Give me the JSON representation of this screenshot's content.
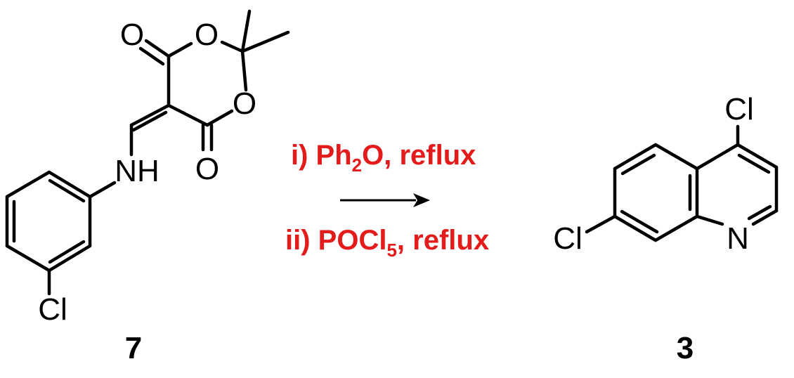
{
  "scheme": {
    "colors": {
      "conditions": "#e41b1b",
      "structure": "#000000",
      "background": "#ffffff"
    },
    "starting_material": {
      "label": "7",
      "atoms": {
        "o_carbonyl_top": "O",
        "o_ring_top": "O",
        "o_ring_right": "O",
        "o_carbonyl_bottom": "O",
        "nh": "NH",
        "cl": "Cl"
      }
    },
    "conditions": {
      "step1": {
        "prefix": "i) Ph",
        "sub": "2",
        "suffix": "O, reflux"
      },
      "step2": {
        "prefix": "ii) POCl",
        "sub": "5",
        "suffix": ", reflux"
      }
    },
    "product": {
      "label": "3",
      "atoms": {
        "cl_top": "Cl",
        "cl_left": "Cl",
        "n": "N"
      }
    }
  }
}
